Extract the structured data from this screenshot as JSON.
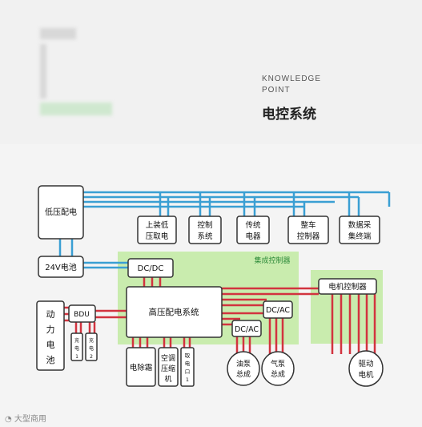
{
  "header": {
    "kp_line1": "KNOWLEDGE",
    "kp_line2": "POINT",
    "title": "电控系统"
  },
  "colors": {
    "blue_line": "#3a9fd3",
    "red_line": "#d2333f",
    "green_zone": "#c9ecae",
    "box_border": "#333333"
  },
  "diagram": {
    "low_voltage": "低压配电",
    "battery_24v": "24V电池",
    "load1_l1": "上装低",
    "load1_l2": "压取电",
    "load2_l1": "控制",
    "load2_l2": "系统",
    "load3_l1": "传统",
    "load3_l2": "电器",
    "load4_l1": "整车",
    "load4_l2": "控制器",
    "load5_l1": "数据采",
    "load5_l2": "集终端",
    "dcdc": "DC/DC",
    "integrated_label": "集成控制器",
    "hv_dist": "高压配电系统",
    "bdu": "BDU",
    "power_battery": [
      "动",
      "力",
      "电",
      "池"
    ],
    "charger1": [
      "充",
      "电",
      "1"
    ],
    "charger2": [
      "充",
      "电",
      "2"
    ],
    "defrost": "电除霜",
    "ac_comp": [
      "空调",
      "压缩",
      "机"
    ],
    "power_take": [
      "取",
      "电",
      "口",
      "1"
    ],
    "dcac1": "DC/AC",
    "dcac2": "DC/AC",
    "oil_pump_l1": "油泵",
    "oil_pump_l2": "总成",
    "air_pump_l1": "气泵",
    "air_pump_l2": "总成",
    "motor_ctrl": "电机控制器",
    "drive_motor_l1": "驱动",
    "drive_motor_l2": "电机"
  },
  "watermark": "大型商用"
}
